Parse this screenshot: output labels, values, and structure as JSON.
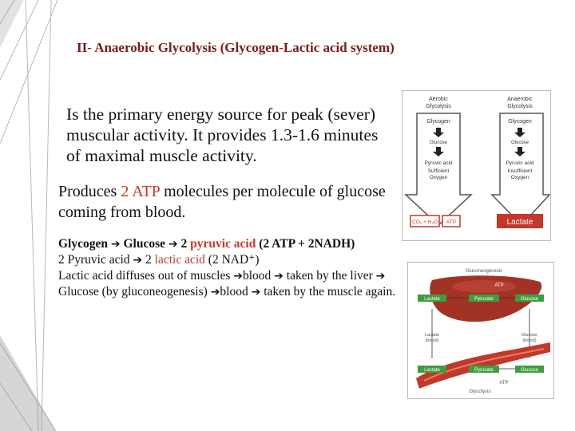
{
  "slide": {
    "title": "II- Anaerobic Glycolysis (Glycogen-Lactic acid system)",
    "para1": "Is the primary energy source for peak (sever) muscular activity. It provides 1.3-1.6 minutes of maximal muscle activity.",
    "para2": {
      "pre": "Produces ",
      "highlight": "2 ATP",
      "post": " molecules per molecule of glucose coming from blood."
    },
    "para3": {
      "glycogen": "Glycogen",
      "glucose": "Glucose",
      "two": "2",
      "pyruvic": "pyruvic acid",
      "rest": "(2 ATP + 2NADH)"
    },
    "para4": {
      "pre": "2 Pyruvic acid",
      "two": "2",
      "lactic": "lactic acid",
      "rest": "(2 NAD⁺)"
    },
    "para5": {
      "s1": "Lactic acid diffuses out of muscles",
      "s2": "blood",
      "s3": "taken by the liver",
      "s4": "Glucose (by gluconeogenesis)",
      "s5": "blood",
      "s6": "taken by the muscle again."
    },
    "arrow_glyph": "➔"
  },
  "diagram1": {
    "left_header": [
      "Aerobic",
      "Glycolysis"
    ],
    "right_header": [
      "Anaerobic",
      "Glycolysis"
    ],
    "glycogen": "Glycogen",
    "glucose": "Glucose",
    "pyruvic": "Pyruvic acid",
    "sufficient": [
      "Sufficient",
      "Oxygen"
    ],
    "insufficient": [
      "Insufficient",
      "Oxygen"
    ],
    "co2": "CO₂ + H₂O",
    "atp": "ATP",
    "lactate": "Lactate",
    "colors": {
      "arrow_fill": "#ffffff",
      "arrow_stroke": "#555555",
      "box_red": "#c0392b"
    }
  },
  "diagram2": {
    "title": "Gluconeogenesis",
    "atp_top": "ATP",
    "atp_bottom": "ATP",
    "lactate": "Lactate",
    "pyruvate": "Pyruvate",
    "glucose": "Glucose",
    "lactate_blood": [
      "Lactate",
      "(blood)"
    ],
    "glucose_blood": [
      "Glucose",
      "(blood)"
    ],
    "glycolysis": "Glycolysis",
    "colors": {
      "liver": "#a33226",
      "green": "#3f9d3f",
      "muscle": "#c0392b"
    }
  }
}
